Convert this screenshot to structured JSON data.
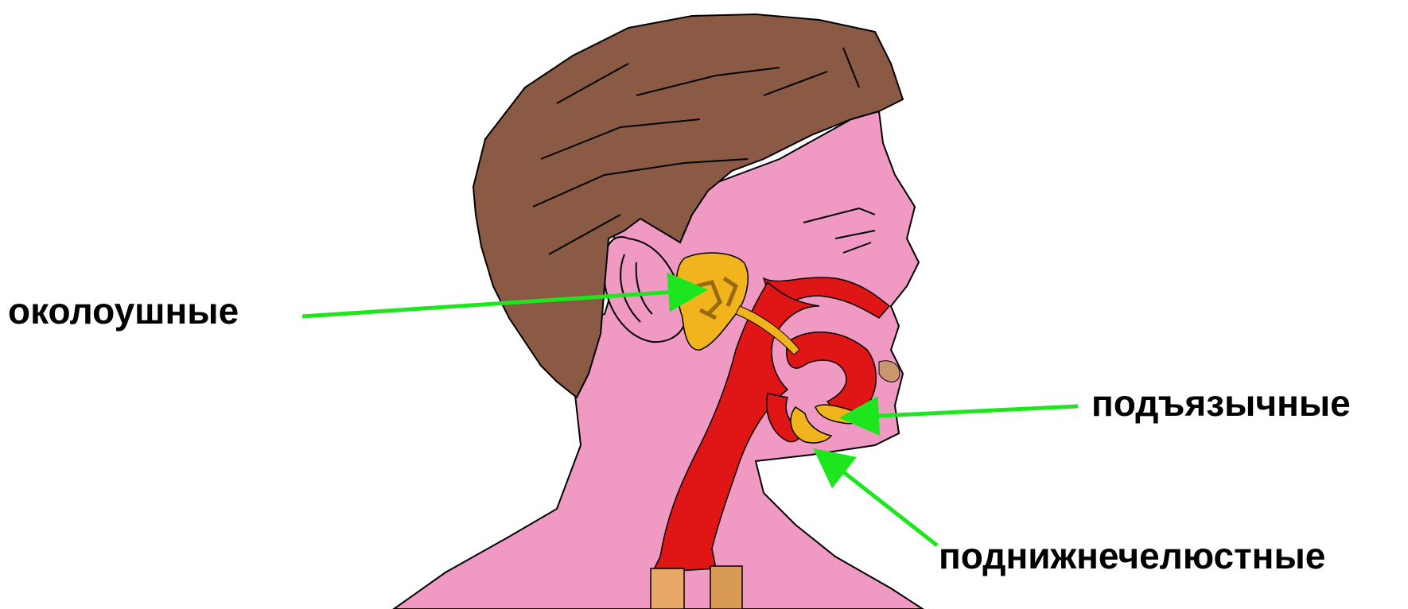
{
  "labels": {
    "parotid": "околоушные",
    "sublingual": "подъязычные",
    "submandibular": "поднижнечелюстные"
  },
  "colors": {
    "background": "#ffffff",
    "skin": "#f09ac3",
    "hair": "#8b5a45",
    "gland": "#f2b41c",
    "gland_detail": "#9a6a12",
    "digestive_tract": "#e01616",
    "outline": "#000000",
    "arrow": "#1ee61e",
    "tube_tan": "#e8a868"
  },
  "icons": {
    "head": "human-head-profile",
    "arrow": "pointer-arrow"
  }
}
